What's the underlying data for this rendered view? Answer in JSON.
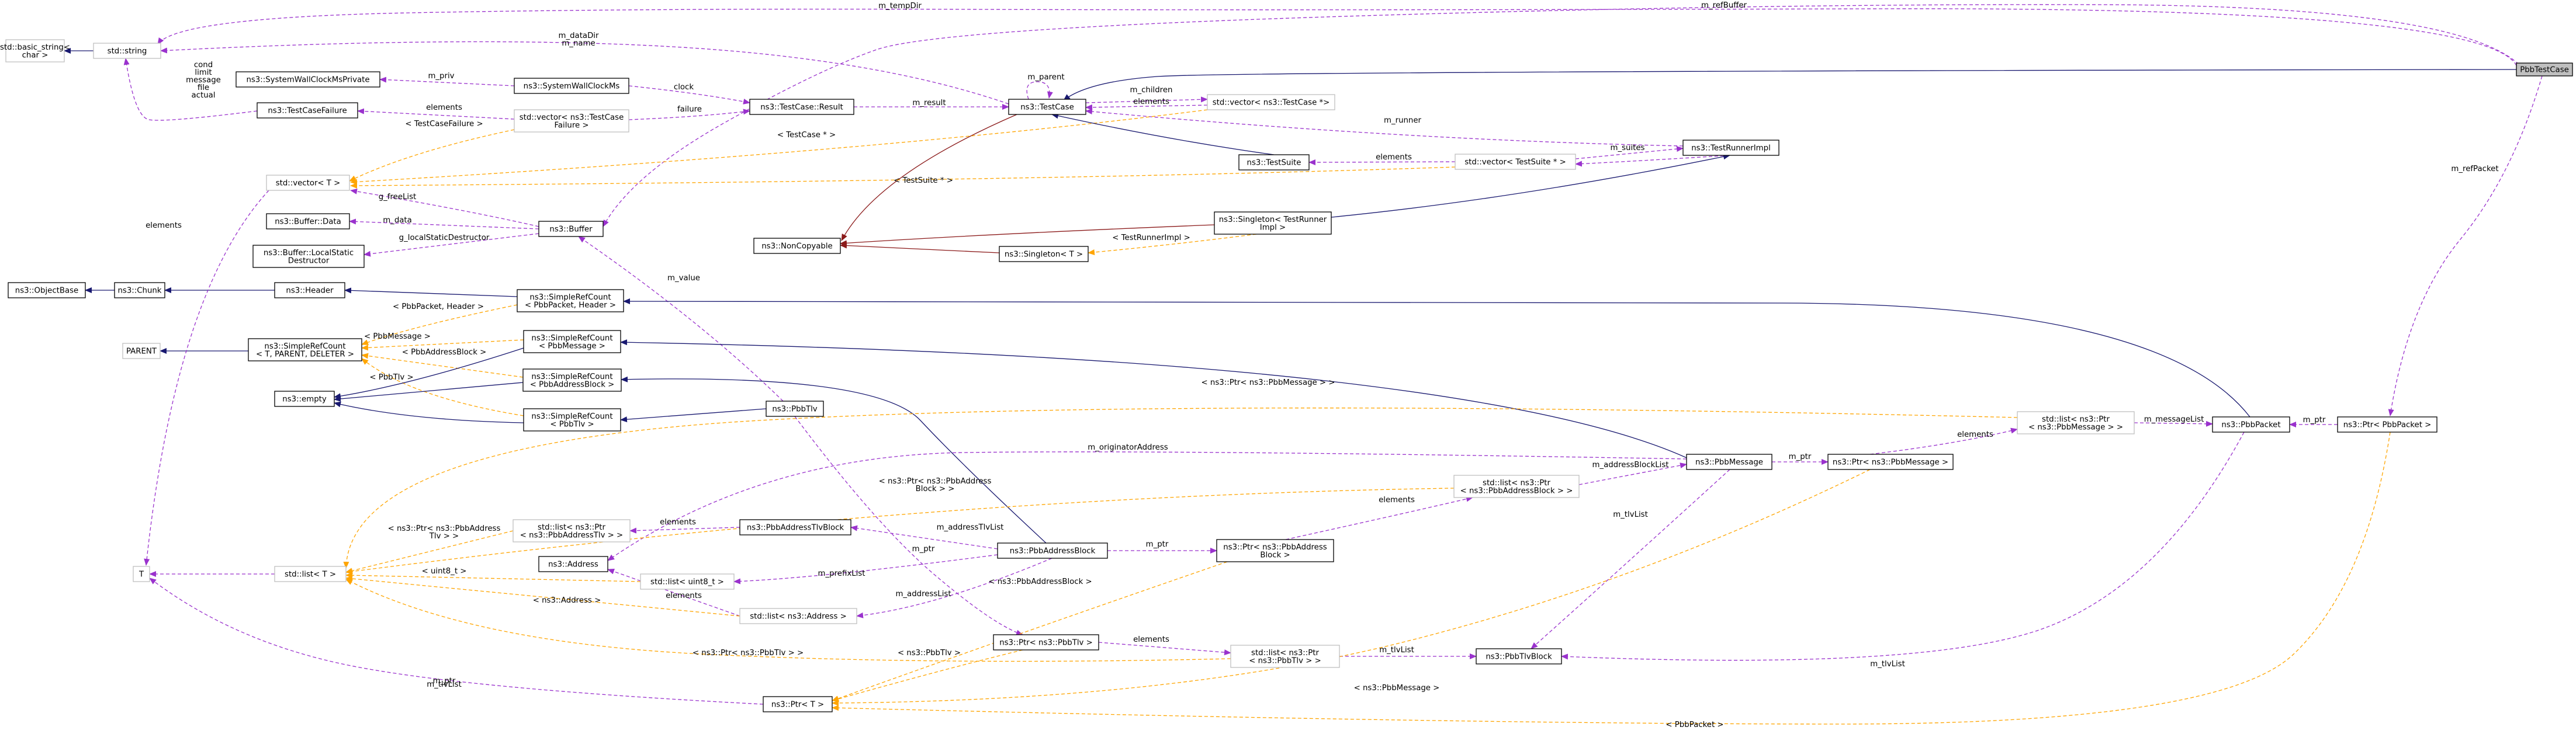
{
  "diagram": {
    "title": "",
    "colors": {
      "inherit": "#191970",
      "private": "#8b1a1a",
      "usage": "#9a32cd",
      "template": "#ffa500",
      "highlight": "#bfbfbf",
      "gray_border": "#bfbfbf"
    },
    "nodes": [
      {
        "id": "basicstring",
        "lines": [
          "std::basic_string<",
          "char >"
        ],
        "style": "gray"
      },
      {
        "id": "string",
        "lines": [
          "std::string"
        ],
        "style": "gray"
      },
      {
        "id": "syswallclockpriv",
        "lines": [
          "ns3::SystemWallClockMsPrivate"
        ]
      },
      {
        "id": "syswallclock",
        "lines": [
          "ns3::SystemWallClockMs"
        ]
      },
      {
        "id": "testcasefailure",
        "lines": [
          "ns3::TestCaseFailure"
        ]
      },
      {
        "id": "vecfailure",
        "lines": [
          "std::vector< ns3::TestCase",
          "Failure >"
        ],
        "style": "gray"
      },
      {
        "id": "result",
        "lines": [
          "ns3::TestCase::Result"
        ]
      },
      {
        "id": "testcase",
        "lines": [
          "ns3::TestCase"
        ]
      },
      {
        "id": "vectestcase",
        "lines": [
          "std::vector< ns3::TestCase *>"
        ],
        "style": "gray"
      },
      {
        "id": "pbbtestcase",
        "lines": [
          "PbbTestCase"
        ],
        "style": "hl"
      },
      {
        "id": "vecT",
        "lines": [
          "std::vector< T >"
        ],
        "style": "gray"
      },
      {
        "id": "testsuite",
        "lines": [
          "ns3::TestSuite"
        ]
      },
      {
        "id": "vecsuite",
        "lines": [
          "std::vector< TestSuite * >"
        ],
        "style": "gray"
      },
      {
        "id": "runnerimpl",
        "lines": [
          "ns3::TestRunnerImpl"
        ]
      },
      {
        "id": "bufferdata",
        "lines": [
          "ns3::Buffer::Data"
        ]
      },
      {
        "id": "buffer",
        "lines": [
          "ns3::Buffer"
        ]
      },
      {
        "id": "singletonrunner",
        "lines": [
          "ns3::Singleton< TestRunner",
          "Impl >"
        ]
      },
      {
        "id": "localstatic",
        "lines": [
          "ns3::Buffer::LocalStatic",
          "Destructor"
        ]
      },
      {
        "id": "noncopyable",
        "lines": [
          "ns3::NonCopyable"
        ]
      },
      {
        "id": "singletonT",
        "lines": [
          "ns3::Singleton< T >"
        ]
      },
      {
        "id": "objectbase",
        "lines": [
          "ns3::ObjectBase"
        ]
      },
      {
        "id": "chunk",
        "lines": [
          "ns3::Chunk"
        ]
      },
      {
        "id": "header",
        "lines": [
          "ns3::Header"
        ]
      },
      {
        "id": "srcpacket",
        "lines": [
          "ns3::SimpleRefCount",
          "< PbbPacket, Header >"
        ]
      },
      {
        "id": "parent",
        "lines": [
          "PARENT"
        ],
        "style": "gray"
      },
      {
        "id": "srcgeneric",
        "lines": [
          "ns3::SimpleRefCount",
          "< T, PARENT, DELETER >"
        ]
      },
      {
        "id": "srcmessage",
        "lines": [
          "ns3::SimpleRefCount",
          "< PbbMessage >"
        ]
      },
      {
        "id": "empty",
        "lines": [
          "ns3::empty"
        ]
      },
      {
        "id": "srcaddrblock",
        "lines": [
          "ns3::SimpleRefCount",
          "< PbbAddressBlock >"
        ]
      },
      {
        "id": "srctlv",
        "lines": [
          "ns3::SimpleRefCount",
          "< PbbTlv >"
        ]
      },
      {
        "id": "pbbtlv",
        "lines": [
          "ns3::PbbTlv"
        ]
      },
      {
        "id": "listptrmsg",
        "lines": [
          "std::list< ns3::Ptr",
          "< ns3::PbbMessage > >"
        ],
        "style": "gray"
      },
      {
        "id": "pbbpacket",
        "lines": [
          "ns3::PbbPacket"
        ]
      },
      {
        "id": "ptrpacket",
        "lines": [
          "ns3::Ptr< PbbPacket >"
        ]
      },
      {
        "id": "pbbmessage",
        "lines": [
          "ns3::PbbMessage"
        ]
      },
      {
        "id": "ptrmessage",
        "lines": [
          "ns3::Ptr< ns3::PbbMessage >"
        ]
      },
      {
        "id": "listptraddrblock",
        "lines": [
          "std::list< ns3::Ptr",
          "< ns3::PbbAddressBlock > >"
        ],
        "style": "gray"
      },
      {
        "id": "listptraddrtlv",
        "lines": [
          "std::list< ns3::Ptr",
          "< ns3::PbbAddressTlv > >"
        ],
        "style": "gray"
      },
      {
        "id": "addrtlvblock",
        "lines": [
          "ns3::PbbAddressTlvBlock"
        ]
      },
      {
        "id": "T",
        "lines": [
          "T"
        ],
        "style": "gray"
      },
      {
        "id": "listT",
        "lines": [
          "std::list< T >"
        ],
        "style": "gray"
      },
      {
        "id": "address",
        "lines": [
          "ns3::Address"
        ]
      },
      {
        "id": "listuint8",
        "lines": [
          "std::list< uint8_t >"
        ],
        "style": "gray"
      },
      {
        "id": "addrblock",
        "lines": [
          "ns3::PbbAddressBlock"
        ]
      },
      {
        "id": "ptraddrblock",
        "lines": [
          "ns3::Ptr< ns3::PbbAddress",
          "Block >"
        ]
      },
      {
        "id": "listaddress",
        "lines": [
          "std::list< ns3::Address >"
        ],
        "style": "gray"
      },
      {
        "id": "ptrtlv",
        "lines": [
          "ns3::Ptr< ns3::PbbTlv >"
        ]
      },
      {
        "id": "listptrtlv",
        "lines": [
          "std::list< ns3::Ptr",
          "< ns3::PbbTlv > >"
        ],
        "style": "gray"
      },
      {
        "id": "tlvblock",
        "lines": [
          "ns3::PbbTlvBlock"
        ]
      },
      {
        "id": "ptrT",
        "lines": [
          "ns3::Ptr< T >"
        ]
      }
    ],
    "edge_labels": [
      {
        "id": "l_temp",
        "text": "m_tempDir"
      },
      {
        "id": "l_ref",
        "text": "m_refBuffer"
      },
      {
        "id": "l_datadir",
        "text": "m_dataDir"
      },
      {
        "id": "l_name",
        "text": "m_name"
      },
      {
        "id": "l_parent",
        "text": "m_parent"
      },
      {
        "id": "l_children",
        "text": "m_children"
      },
      {
        "id": "l_elements1",
        "text": "elements"
      },
      {
        "id": "l_priv",
        "text": "m_priv"
      },
      {
        "id": "l_clock",
        "text": "clock"
      },
      {
        "id": "l_cond",
        "text": "cond"
      },
      {
        "id": "l_limit",
        "text": "limit"
      },
      {
        "id": "l_message",
        "text": "message"
      },
      {
        "id": "l_file",
        "text": "file"
      },
      {
        "id": "l_actual",
        "text": "actual"
      },
      {
        "id": "l_elements2",
        "text": "elements"
      },
      {
        "id": "l_failure",
        "text": "failure"
      },
      {
        "id": "l_result",
        "text": "m_result"
      },
      {
        "id": "l_tfailure",
        "text": "< TestCaseFailure >"
      },
      {
        "id": "l_runner",
        "text": "m_runner"
      },
      {
        "id": "l_tcase",
        "text": "< TestCase * >"
      },
      {
        "id": "l_elements3",
        "text": "elements"
      },
      {
        "id": "l_suites",
        "text": "m_suites"
      },
      {
        "id": "l_tsuite",
        "text": "< TestSuite * >"
      },
      {
        "id": "l_refpacket",
        "text": "m_refPacket"
      },
      {
        "id": "l_elements4",
        "text": "elements"
      },
      {
        "id": "l_freelist",
        "text": "g_freeList"
      },
      {
        "id": "l_data",
        "text": "m_data"
      },
      {
        "id": "l_localstatic",
        "text": "g_localStaticDestructor"
      },
      {
        "id": "l_trunner",
        "text": "< TestRunnerImpl >"
      },
      {
        "id": "l_value",
        "text": "m_value"
      },
      {
        "id": "l_tpacket",
        "text": "< PbbPacket, Header >"
      },
      {
        "id": "l_tmessage",
        "text": "< PbbMessage >"
      },
      {
        "id": "l_taddrblock",
        "text": "< PbbAddressBlock >"
      },
      {
        "id": "l_ttlv",
        "text": "< PbbTlv >"
      },
      {
        "id": "l_tptrmsg",
        "text": "< ns3::Ptr< ns3::PbbMessage > >"
      },
      {
        "id": "l_elements5",
        "text": "elements"
      },
      {
        "id": "l_msglist",
        "text": "m_messageList"
      },
      {
        "id": "l_ptr1",
        "text": "m_ptr"
      },
      {
        "id": "l_origaddr",
        "text": "m_originatorAddress"
      },
      {
        "id": "l_ptr2",
        "text": "m_ptr"
      },
      {
        "id": "l_addrblocklist",
        "text": "m_addressBlockList"
      },
      {
        "id": "l_tptraddrblock",
        "text": "< ns3::Ptr< ns3::PbbAddress\nBlock > >"
      },
      {
        "id": "l_elements6",
        "text": "elements"
      },
      {
        "id": "l_tlvlist1",
        "text": "m_tlvList"
      },
      {
        "id": "l_tlvlist2",
        "text": "m_tlvList"
      },
      {
        "id": "l_addrtlvlist",
        "text": "m_addressTlvList"
      },
      {
        "id": "l_tptraddrtlv",
        "text": "< ns3::Ptr< ns3::PbbAddress\nTlv > >"
      },
      {
        "id": "l_ptr3",
        "text": "m_ptr"
      },
      {
        "id": "l_elements7",
        "text": "elements"
      },
      {
        "id": "l_prefixlist",
        "text": "m_prefixList"
      },
      {
        "id": "l_tuint8",
        "text": "< uint8_t >"
      },
      {
        "id": "l_ptr4",
        "text": "m_ptr"
      },
      {
        "id": "l_tptraddrblock2",
        "text": "< ns3::PbbAddressBlock >"
      },
      {
        "id": "l_elements8",
        "text": "elements"
      },
      {
        "id": "l_addrlist",
        "text": "m_addressList"
      },
      {
        "id": "l_taddress",
        "text": "< ns3::Address >"
      },
      {
        "id": "l_elements9",
        "text": "elements"
      },
      {
        "id": "l_tlvlist3",
        "text": "m_tlvList"
      },
      {
        "id": "l_tptrtlv",
        "text": "< ns3::Ptr< ns3::PbbTlv > >"
      },
      {
        "id": "l_tpbbtlv",
        "text": "< ns3::PbbTlv >"
      },
      {
        "id": "l_ptr5",
        "text": "m_ptr"
      },
      {
        "id": "l_tlvlist4",
        "text": "m_tlvList"
      },
      {
        "id": "l_tptrmsg2",
        "text": "< ns3::PbbMessage >"
      },
      {
        "id": "l_tpbbpacket",
        "text": "< PbbPacket >"
      }
    ]
  }
}
